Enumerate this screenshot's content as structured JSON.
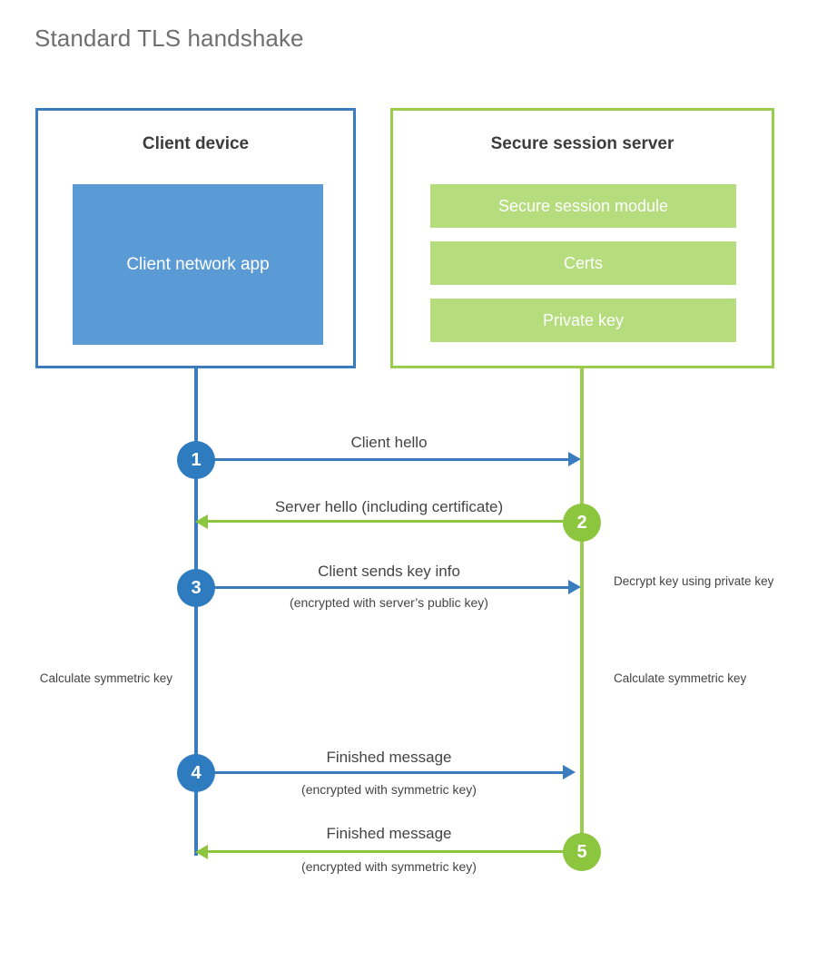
{
  "title": "Standard TLS handshake",
  "colors": {
    "client_blue": "#3a7cbe",
    "client_app_fill": "#5B9BD5",
    "server_green": "#9ACC4E",
    "server_bar_fill": "#B5DC7D",
    "arrow_green": "#8CC63E",
    "step_blue": "#2E7CBF",
    "text_gray": "#444444",
    "title_gray": "#6f6f6f"
  },
  "participants": {
    "client": {
      "title": "Client device",
      "app_label": "Client network app"
    },
    "server": {
      "title": "Secure session server",
      "components": [
        "Secure session module",
        "Certs",
        "Private key"
      ]
    }
  },
  "steps": [
    {
      "number": "1",
      "label": "Client hello",
      "sublabel": "",
      "direction": "client-to-server",
      "color": "blue"
    },
    {
      "number": "2",
      "label": "Server hello (including certificate)",
      "sublabel": "",
      "direction": "server-to-client",
      "color": "green"
    },
    {
      "number": "3",
      "label": "Client sends key info",
      "sublabel": "(encrypted with server’s public key)",
      "direction": "client-to-server",
      "color": "blue"
    },
    {
      "number": "4",
      "label": "Finished message",
      "sublabel": "(encrypted with symmetric key)",
      "direction": "client-to-server",
      "color": "blue"
    },
    {
      "number": "5",
      "label": "Finished message",
      "sublabel": "(encrypted with symmetric key)",
      "direction": "server-to-client",
      "color": "green"
    }
  ],
  "annotations": {
    "decrypt_key": "Decrypt key using private key",
    "calculate_symmetric_key_client": "Calculate symmetric key",
    "calculate_symmetric_key_server": "Calculate symmetric key"
  }
}
